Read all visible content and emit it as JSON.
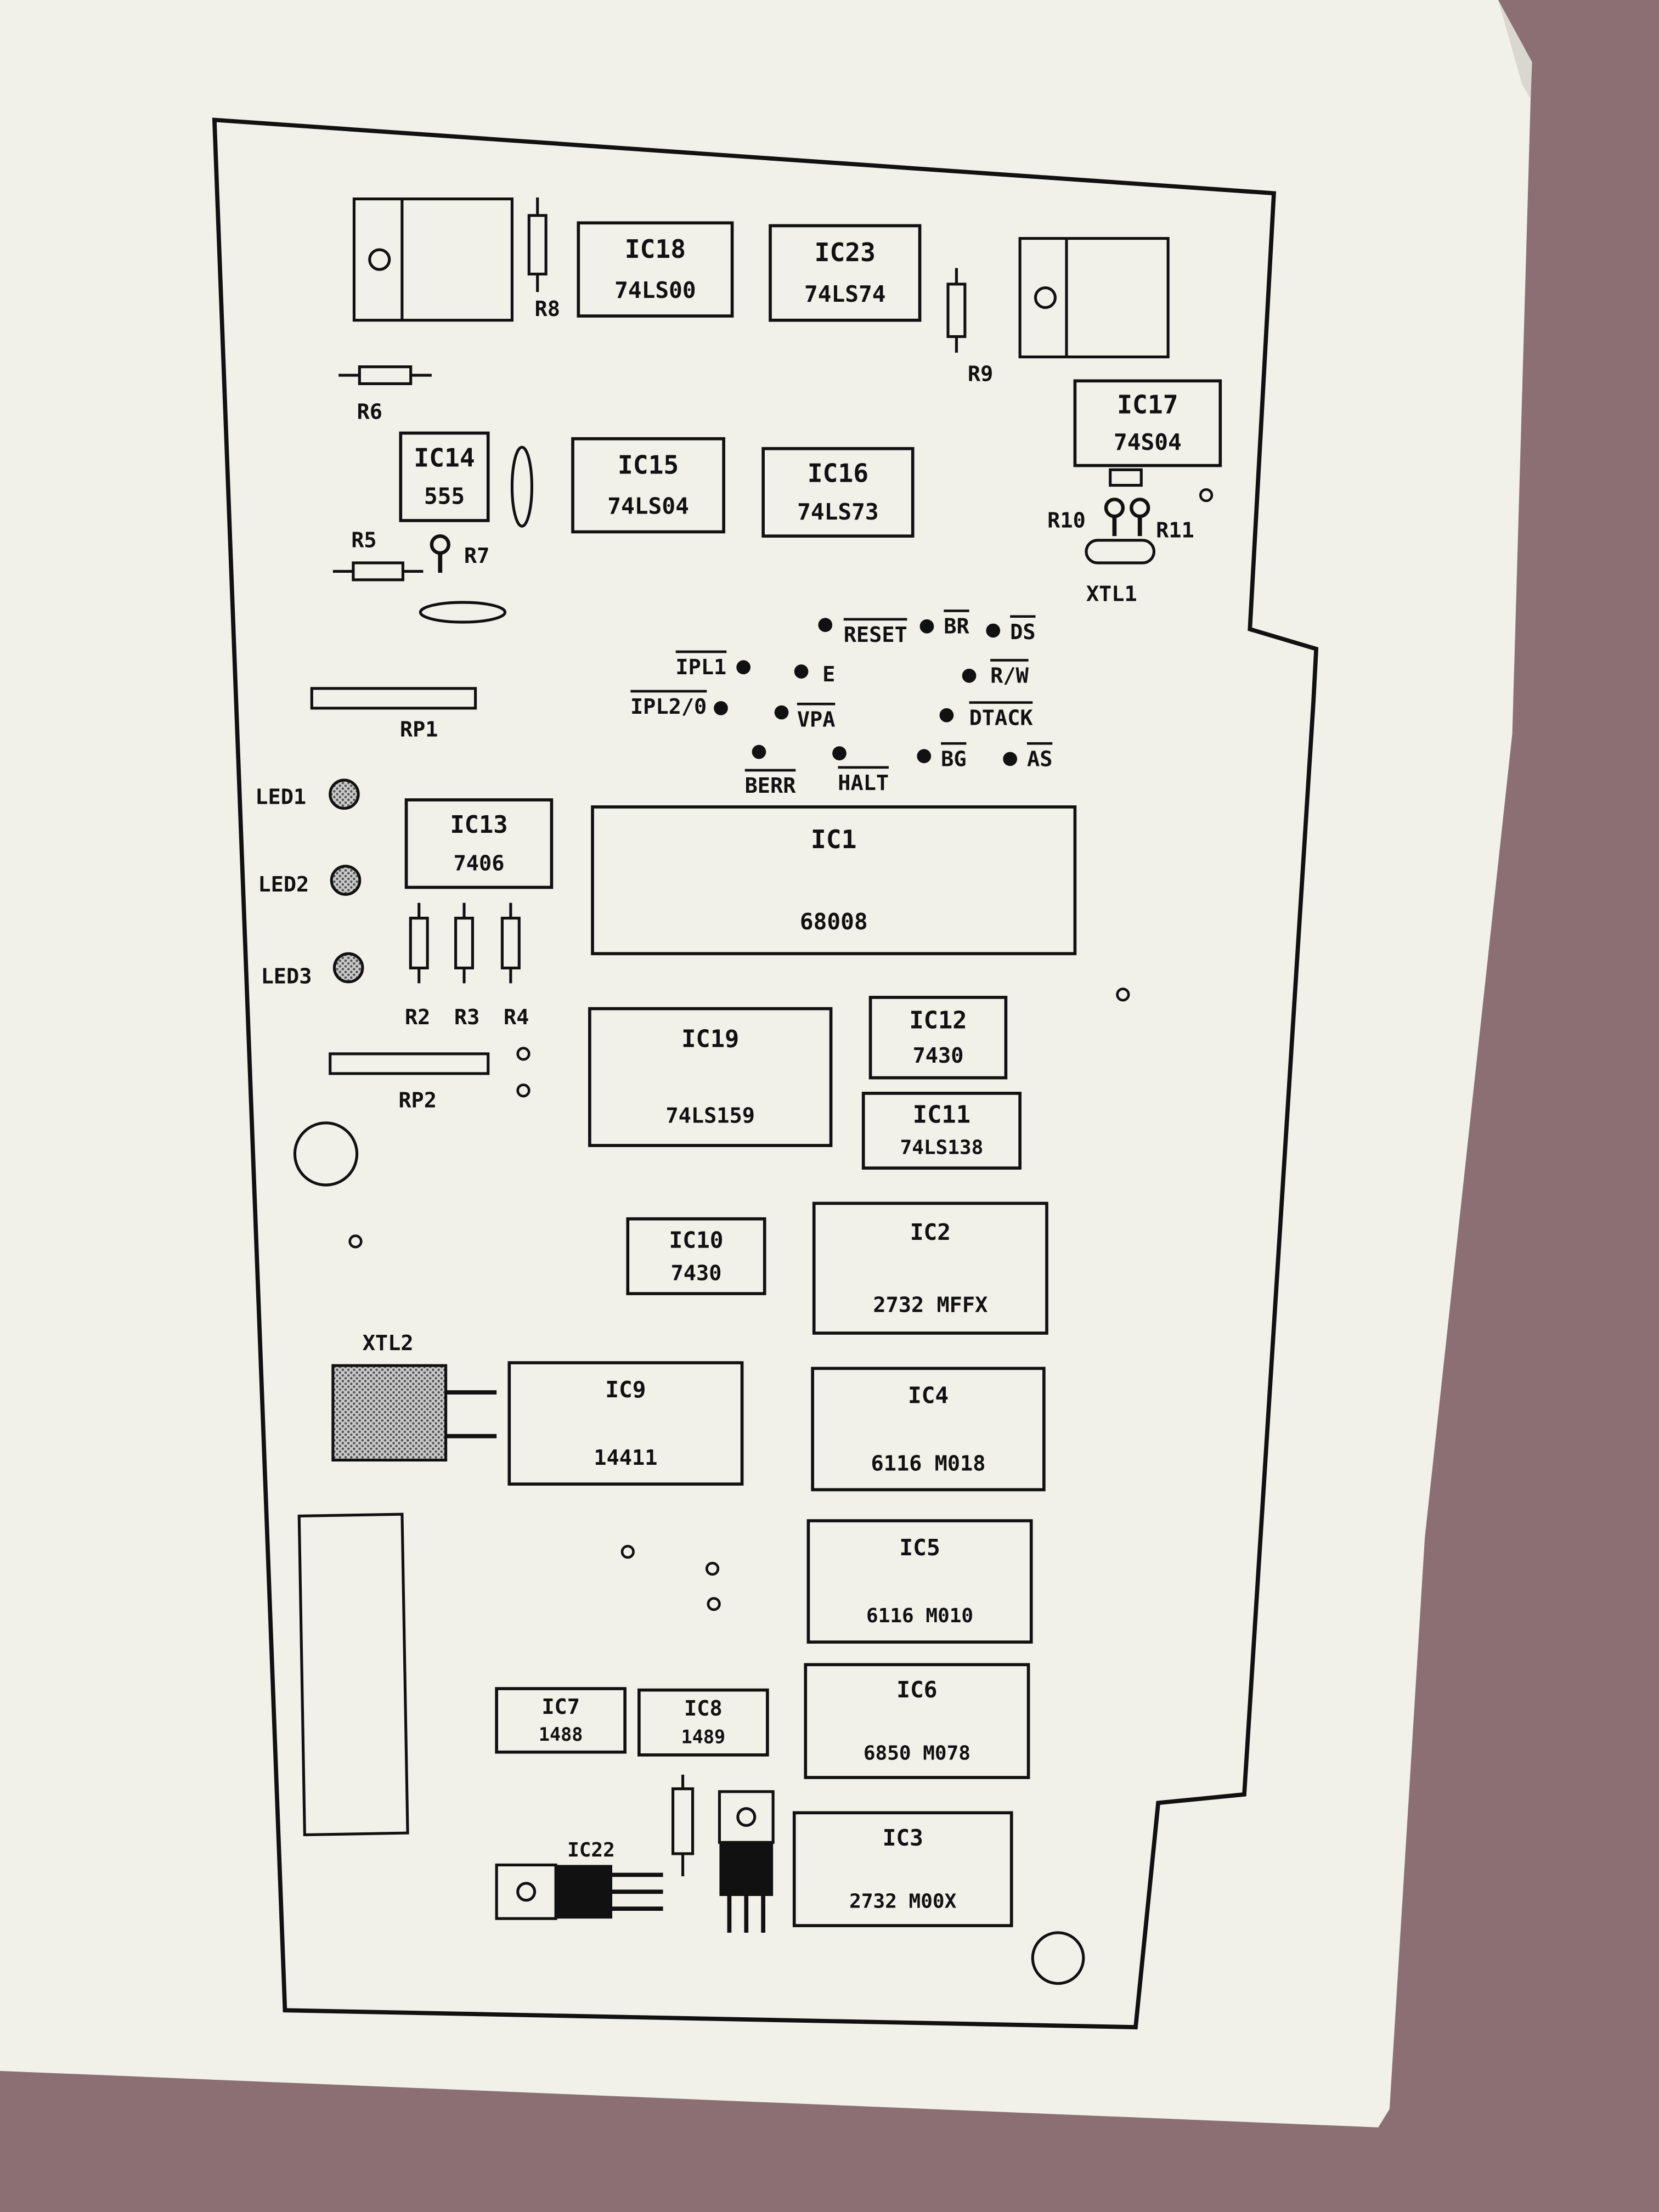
{
  "colors": {
    "background": "#8c6f73",
    "paper": "#f1f0e9",
    "ink": "#111111",
    "crystal": "#9a9a9a"
  },
  "diagram": {
    "chips": [
      {
        "id": "ic18",
        "ref": "IC18",
        "part": "74LS00"
      },
      {
        "id": "ic23",
        "ref": "IC23",
        "part": "74LS74"
      },
      {
        "id": "ic17",
        "ref": "IC17",
        "part": "74S04"
      },
      {
        "id": "ic14",
        "ref": "IC14",
        "part": "555"
      },
      {
        "id": "ic15",
        "ref": "IC15",
        "part": "74LS04"
      },
      {
        "id": "ic16",
        "ref": "IC16",
        "part": "74LS73"
      },
      {
        "id": "ic13",
        "ref": "IC13",
        "part": "7406"
      },
      {
        "id": "ic1",
        "ref": "IC1",
        "part": "68008"
      },
      {
        "id": "ic12",
        "ref": "IC12",
        "part": "7430"
      },
      {
        "id": "ic19",
        "ref": "IC19",
        "part": "74LS159"
      },
      {
        "id": "ic11",
        "ref": "IC11",
        "part": "74LS138"
      },
      {
        "id": "ic10",
        "ref": "IC10",
        "part": "7430"
      },
      {
        "id": "ic2",
        "ref": "IC2",
        "part": "2732 MFFX"
      },
      {
        "id": "ic9",
        "ref": "IC9",
        "part": "14411"
      },
      {
        "id": "ic4",
        "ref": "IC4",
        "part": "6116 M018"
      },
      {
        "id": "ic5",
        "ref": "IC5",
        "part": "6116 M010"
      },
      {
        "id": "ic7",
        "ref": "IC7",
        "part": "1488"
      },
      {
        "id": "ic8",
        "ref": "IC8",
        "part": "1489"
      },
      {
        "id": "ic6",
        "ref": "IC6",
        "part": "6850 M078"
      },
      {
        "id": "ic3",
        "ref": "IC3",
        "part": "2732 M00X"
      }
    ],
    "resistors": [
      {
        "id": "r8",
        "label": "R8"
      },
      {
        "id": "r9",
        "label": "R9"
      },
      {
        "id": "r6",
        "label": "R6"
      },
      {
        "id": "r5",
        "label": "R5"
      },
      {
        "id": "r2",
        "label": "R2"
      },
      {
        "id": "r3",
        "label": "R3"
      },
      {
        "id": "r4",
        "label": "R4"
      }
    ],
    "trimmers": [
      {
        "id": "r7",
        "label": "R7"
      },
      {
        "id": "r10",
        "label": "R10"
      },
      {
        "id": "r11",
        "label": "R11"
      }
    ],
    "resistor_packs": [
      {
        "id": "rp1",
        "label": "RP1"
      },
      {
        "id": "rp2",
        "label": "RP2"
      }
    ],
    "leds": [
      {
        "id": "led1",
        "label": "LED1"
      },
      {
        "id": "led2",
        "label": "LED2"
      },
      {
        "id": "led3",
        "label": "LED3"
      }
    ],
    "crystals": [
      {
        "id": "xtl1",
        "label": "XTL1"
      },
      {
        "id": "xtl2",
        "label": "XTL2"
      }
    ],
    "regulators": [
      {
        "id": "ic22",
        "label": "IC22"
      }
    ],
    "test_points": [
      {
        "id": "reset",
        "label": "RESET"
      },
      {
        "id": "br",
        "label": "BR"
      },
      {
        "id": "ds",
        "label": "DS"
      },
      {
        "id": "ipl1",
        "label": "IPL1"
      },
      {
        "id": "e",
        "label": "E"
      },
      {
        "id": "rw",
        "label": "R/W"
      },
      {
        "id": "ipl20",
        "label": "IPL2/0"
      },
      {
        "id": "vpa",
        "label": "VPA"
      },
      {
        "id": "dtack",
        "label": "DTACK"
      },
      {
        "id": "bg",
        "label": "BG"
      },
      {
        "id": "as",
        "label": "AS"
      },
      {
        "id": "berr",
        "label": "BERR"
      },
      {
        "id": "halt",
        "label": "HALT"
      }
    ]
  }
}
